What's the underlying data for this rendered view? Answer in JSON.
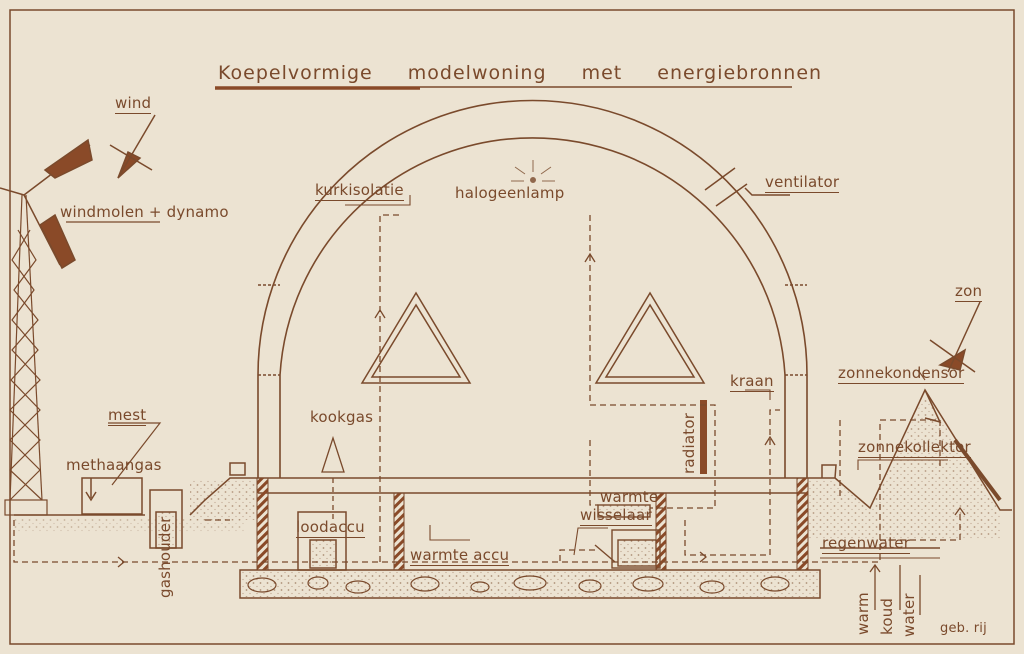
{
  "title": "Koepelvormige modelwoning met energiebronnen",
  "labels": {
    "wind": "wind",
    "windmolen": "windmolen + dynamo",
    "kurkisolatie": "kurkisolatie",
    "halogeenlamp": "halogeenlamp",
    "ventilator": "ventilator",
    "zon": "zon",
    "zonnecondensor": "zonnekondensor",
    "kraan": "kraan",
    "zonnekollektor": "zonnekollektor",
    "radiator": "radiator",
    "mest": "mest",
    "methaangas": "methaangas",
    "kookgas": "kookgas",
    "gashouder": "gashouder",
    "loodaccu": "loodaccu",
    "warmteaccu": "warmte accu",
    "warmte": "warmte",
    "wisselaar": "wisselaar",
    "regenwater": "regenwater",
    "warm": "warm",
    "koud": "koud",
    "water": "water",
    "signature": "geb. rij"
  },
  "colors": {
    "ink": "#7a4a2c",
    "paper": "#ece3d2",
    "accent": "#8a4a28"
  }
}
